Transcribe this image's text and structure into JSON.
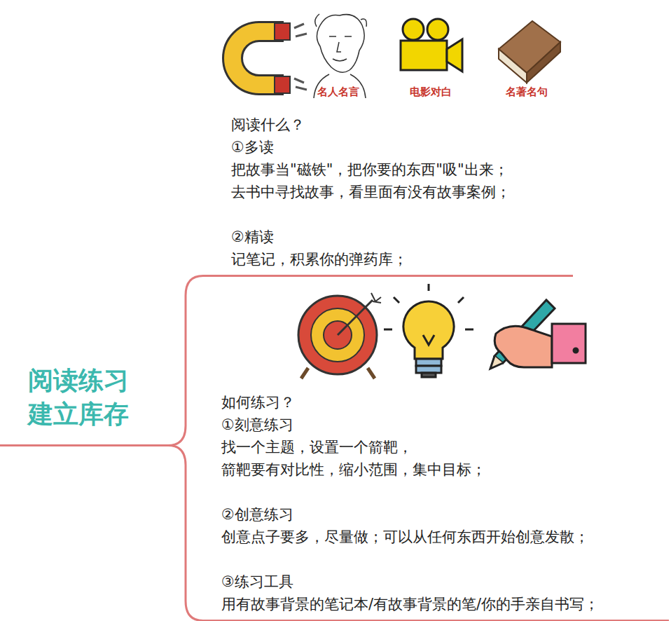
{
  "diagram": {
    "nodes": [
      {
        "text": [
          "阅读练习 建立库存"
        ]
      },
      {
        "text": [
          "阅读什么？",
          "①多读",
          "把故事当\"磁铁\"，把你要的东西\"吸\"出来；",
          "去书中寻找故事，看里面有没有故事案例；",
          "②精读",
          "记笔记，积累你的弹药库；"
        ]
      },
      {
        "text": [
          "如何练习？",
          "①刻意练习",
          "找一个主题，设置一个箭靶，",
          "箭靶要有对比性，缩小范围，集中目标；",
          "②创意练习",
          "创意点子要多，尽量做；可以从任何东西开始创意发散；",
          "③练习工具",
          "用有故事背景的笔记本/有故事背景的笔/你的手亲自书写；"
        ]
      }
    ],
    "edges": [
      {
        "from": 0,
        "to": 1,
        "arrow": "none"
      },
      {
        "from": 0,
        "to": 2,
        "arrow": "none"
      }
    ],
    "labels": [
      "名人名言",
      "电影对白",
      "名著名句"
    ]
  }
}
